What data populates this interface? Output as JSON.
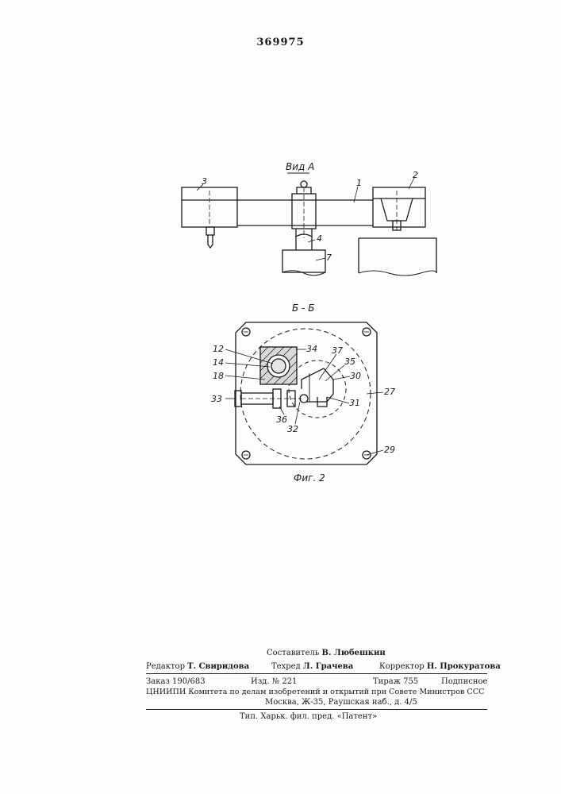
{
  "patent_number": "369975",
  "view_a": {
    "title": "Вид А",
    "labels": [
      "3",
      "1",
      "2",
      "4",
      "7"
    ]
  },
  "section_b": {
    "title": "Б - Б",
    "labels": [
      "12",
      "34",
      "14",
      "37",
      "35",
      "18",
      "30",
      "27",
      "33",
      "31",
      "36",
      "32",
      "29"
    ]
  },
  "figure_caption": "Фиг. 2",
  "footer": {
    "compiler_label": "Составитель",
    "compiler_name": "В. Любешкин",
    "editor_label": "Редактор",
    "editor_name": "Т. Свиридова",
    "techred_label": "Техред",
    "techred_name": "Л. Грачева",
    "corrector_label": "Корректор",
    "corrector_name": "Н. Прокуратова",
    "order": "Заказ 190/683",
    "edition": "Изд. № 221",
    "circulation": "Тираж 755",
    "subscription": "Подписное",
    "org_line": "ЦНИИПИ Комитета по делам изобретений и открытий при Совете Министров СССР",
    "address": "Москва, Ж-35, Раушская наб., д. 4/5",
    "printer": "Тип. Харьк. фил. пред. «Патент»"
  }
}
